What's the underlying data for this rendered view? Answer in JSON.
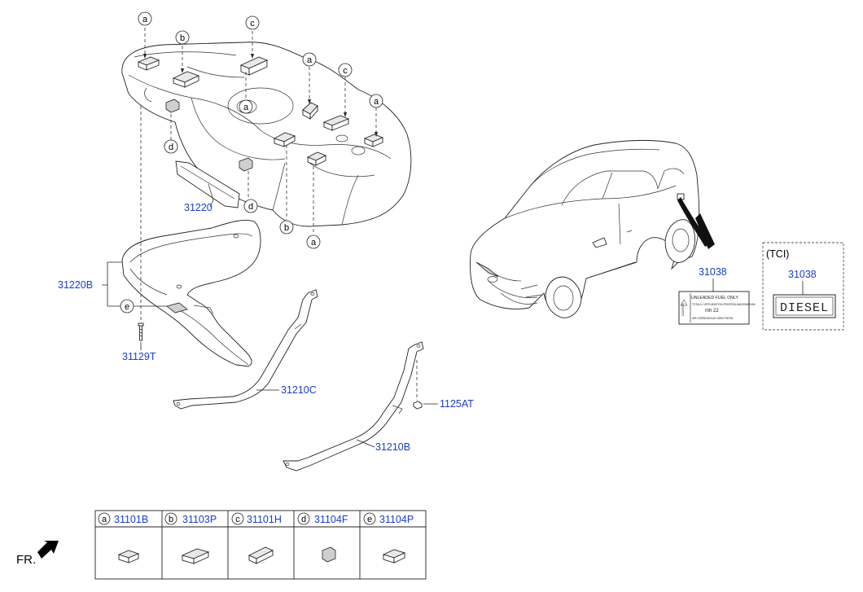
{
  "callouts": {
    "a": "a",
    "b": "b",
    "c": "c",
    "d": "d",
    "e": "e"
  },
  "part_numbers": {
    "p31220": "31220",
    "p31220B": "31220B",
    "p31129T": "31129T",
    "p31210C": "31210C",
    "p31210B": "31210B",
    "p1125AT": "1125AT",
    "p31038_label": "31038",
    "p31038_tci": "31038"
  },
  "tci": {
    "title": "(TCI)",
    "badge_text": "DIESEL"
  },
  "fuel_label": {
    "heading": "UNLEADED FUEL ONLY",
    "side": "CAUTION",
    "lines": [
      "TOTALLY ISPR AEDSTVN PROFESN ANDSSMSHHM",
      "mh  22",
      "ARH SSRSDNTA AH SDNVTSESN"
    ]
  },
  "legend": {
    "rows": [
      {
        "letter": "a",
        "part": "31101B"
      },
      {
        "letter": "b",
        "part": "31103P"
      },
      {
        "letter": "c",
        "part": "31101H"
      },
      {
        "letter": "d",
        "part": "31104F"
      },
      {
        "letter": "e",
        "part": "31104P"
      }
    ]
  },
  "front_indicator": "FR."
}
